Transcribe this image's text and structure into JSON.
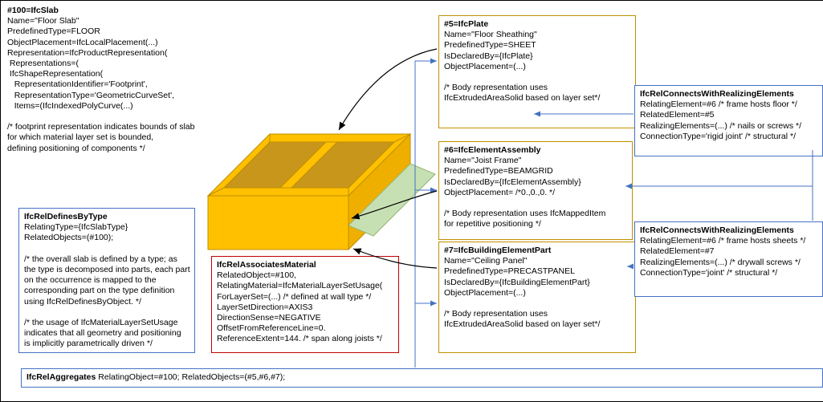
{
  "colors": {
    "box_border_yellow": "#C09100",
    "box_border_blue": "#4472C4",
    "box_border_red": "#C00000",
    "connector_blue": "#4472C4",
    "connector_black": "#000000",
    "slab_gold": "#FFC000",
    "slab_gold_mid": "#EFAF00",
    "slab_gold_dark": "#BF8F00",
    "slab_cavity": "#C9961C",
    "panel_green": "#C6E0B4",
    "panel_green_edge": "#94B56E"
  },
  "slab": {
    "title": "#100=IfcSlab",
    "lines": [
      "Name=\"Floor Slab\"",
      "PredefinedType=FLOOR",
      "ObjectPlacement=IfcLocalPlacement(...)",
      "Representation=IfcProductRepresentation(",
      " Representations=(",
      " IfcShapeRepresentation(",
      "   RepresentationIdentifier='Footprint',",
      "   RepresentationType='GeometricCurveSet',",
      "   Items=(IfcIndexedPolyCurve(...)",
      "",
      "/* footprint representation indicates bounds of slab",
      "for which material layer set is bounded,",
      "defining positioning of components */"
    ]
  },
  "defines_by_type": {
    "title": "IfcRelDefinesByType",
    "lines": [
      "RelatingType={IfcSlabType}",
      "RelatedObjects=(#100);",
      "",
      "/* the overall slab is defined by a type; as",
      "the type is decomposed into parts, each part",
      "on the occurrence is mapped to the",
      "corresponding part on the type definition",
      "using IfcRelDefinesByObject. */",
      "",
      "/* the usage of IfcMaterialLayerSetUsage",
      "indicates that all geometry and positioning",
      "is implicitly parametrically driven */"
    ]
  },
  "associates_material": {
    "title": "IfcRelAssociatesMaterial",
    "lines": [
      "RelatedObject=#100,",
      "RelatingMaterial=IfcMaterialLayerSetUsage(",
      "ForLayerSet=(...) /* defined at wall type */",
      "LayerSetDirection=AXIS3",
      "DirectionSense=NEGATIVE",
      "OffsetFromReferenceLine=0.",
      "ReferenceExtent=144. /* span along joists */"
    ]
  },
  "plate": {
    "title": "#5=IfcPlate",
    "lines": [
      "Name=\"Floor Sheathing\"",
      "PredefinedType=SHEET",
      "IsDeclaredBy={IfcPlate}",
      "ObjectPlacement=(...)",
      "",
      "/* Body representation uses",
      "IfcExtrudedAreaSolid based on layer set*/"
    ]
  },
  "assembly": {
    "title": "#6=IfcElementAssembly",
    "lines": [
      "Name=\"Joist Frame\"",
      "PredefinedType=BEAMGRID",
      "IsDeclaredBy={IfcElementAssembly}",
      "ObjectPlacement= /*0.,0.,0. */",
      "",
      "/* Body representation uses IfcMappedItem",
      "for repetitive positioning */"
    ]
  },
  "part": {
    "title": "#7=IfcBuildingElementPart",
    "lines": [
      "Name=\"Ceiling Panel\"",
      "PredefinedType=PRECASTPANEL",
      "IsDeclaredBy={IfcBuildingElementPart}",
      "ObjectPlacement=(...)",
      "",
      "/* Body representation uses",
      "IfcExtrudedAreaSolid based on layer set*/"
    ]
  },
  "connects_floor": {
    "title": "IfcRelConnectsWithRealizingElements",
    "lines": [
      "RelatingElement=#6 /* frame hosts floor */",
      "RelatedElement=#5",
      "RealizingElements=(...) /* nails or screws */",
      "ConnectionType='rigid joint' /* structural */"
    ]
  },
  "connects_sheets": {
    "title": "IfcRelConnectsWithRealizingElements",
    "lines": [
      "RelatingElement=#6 /* frame hosts sheets */",
      "RelatedElement=#7",
      "RealizingElements=(...) /* drywall screws */",
      "ConnectionType='joint' /* structural */"
    ]
  },
  "aggregates": {
    "title": "IfcRelAggregates",
    "rest": " RelatingObject=#100; RelatedObjects=(#5,#6,#7);"
  }
}
